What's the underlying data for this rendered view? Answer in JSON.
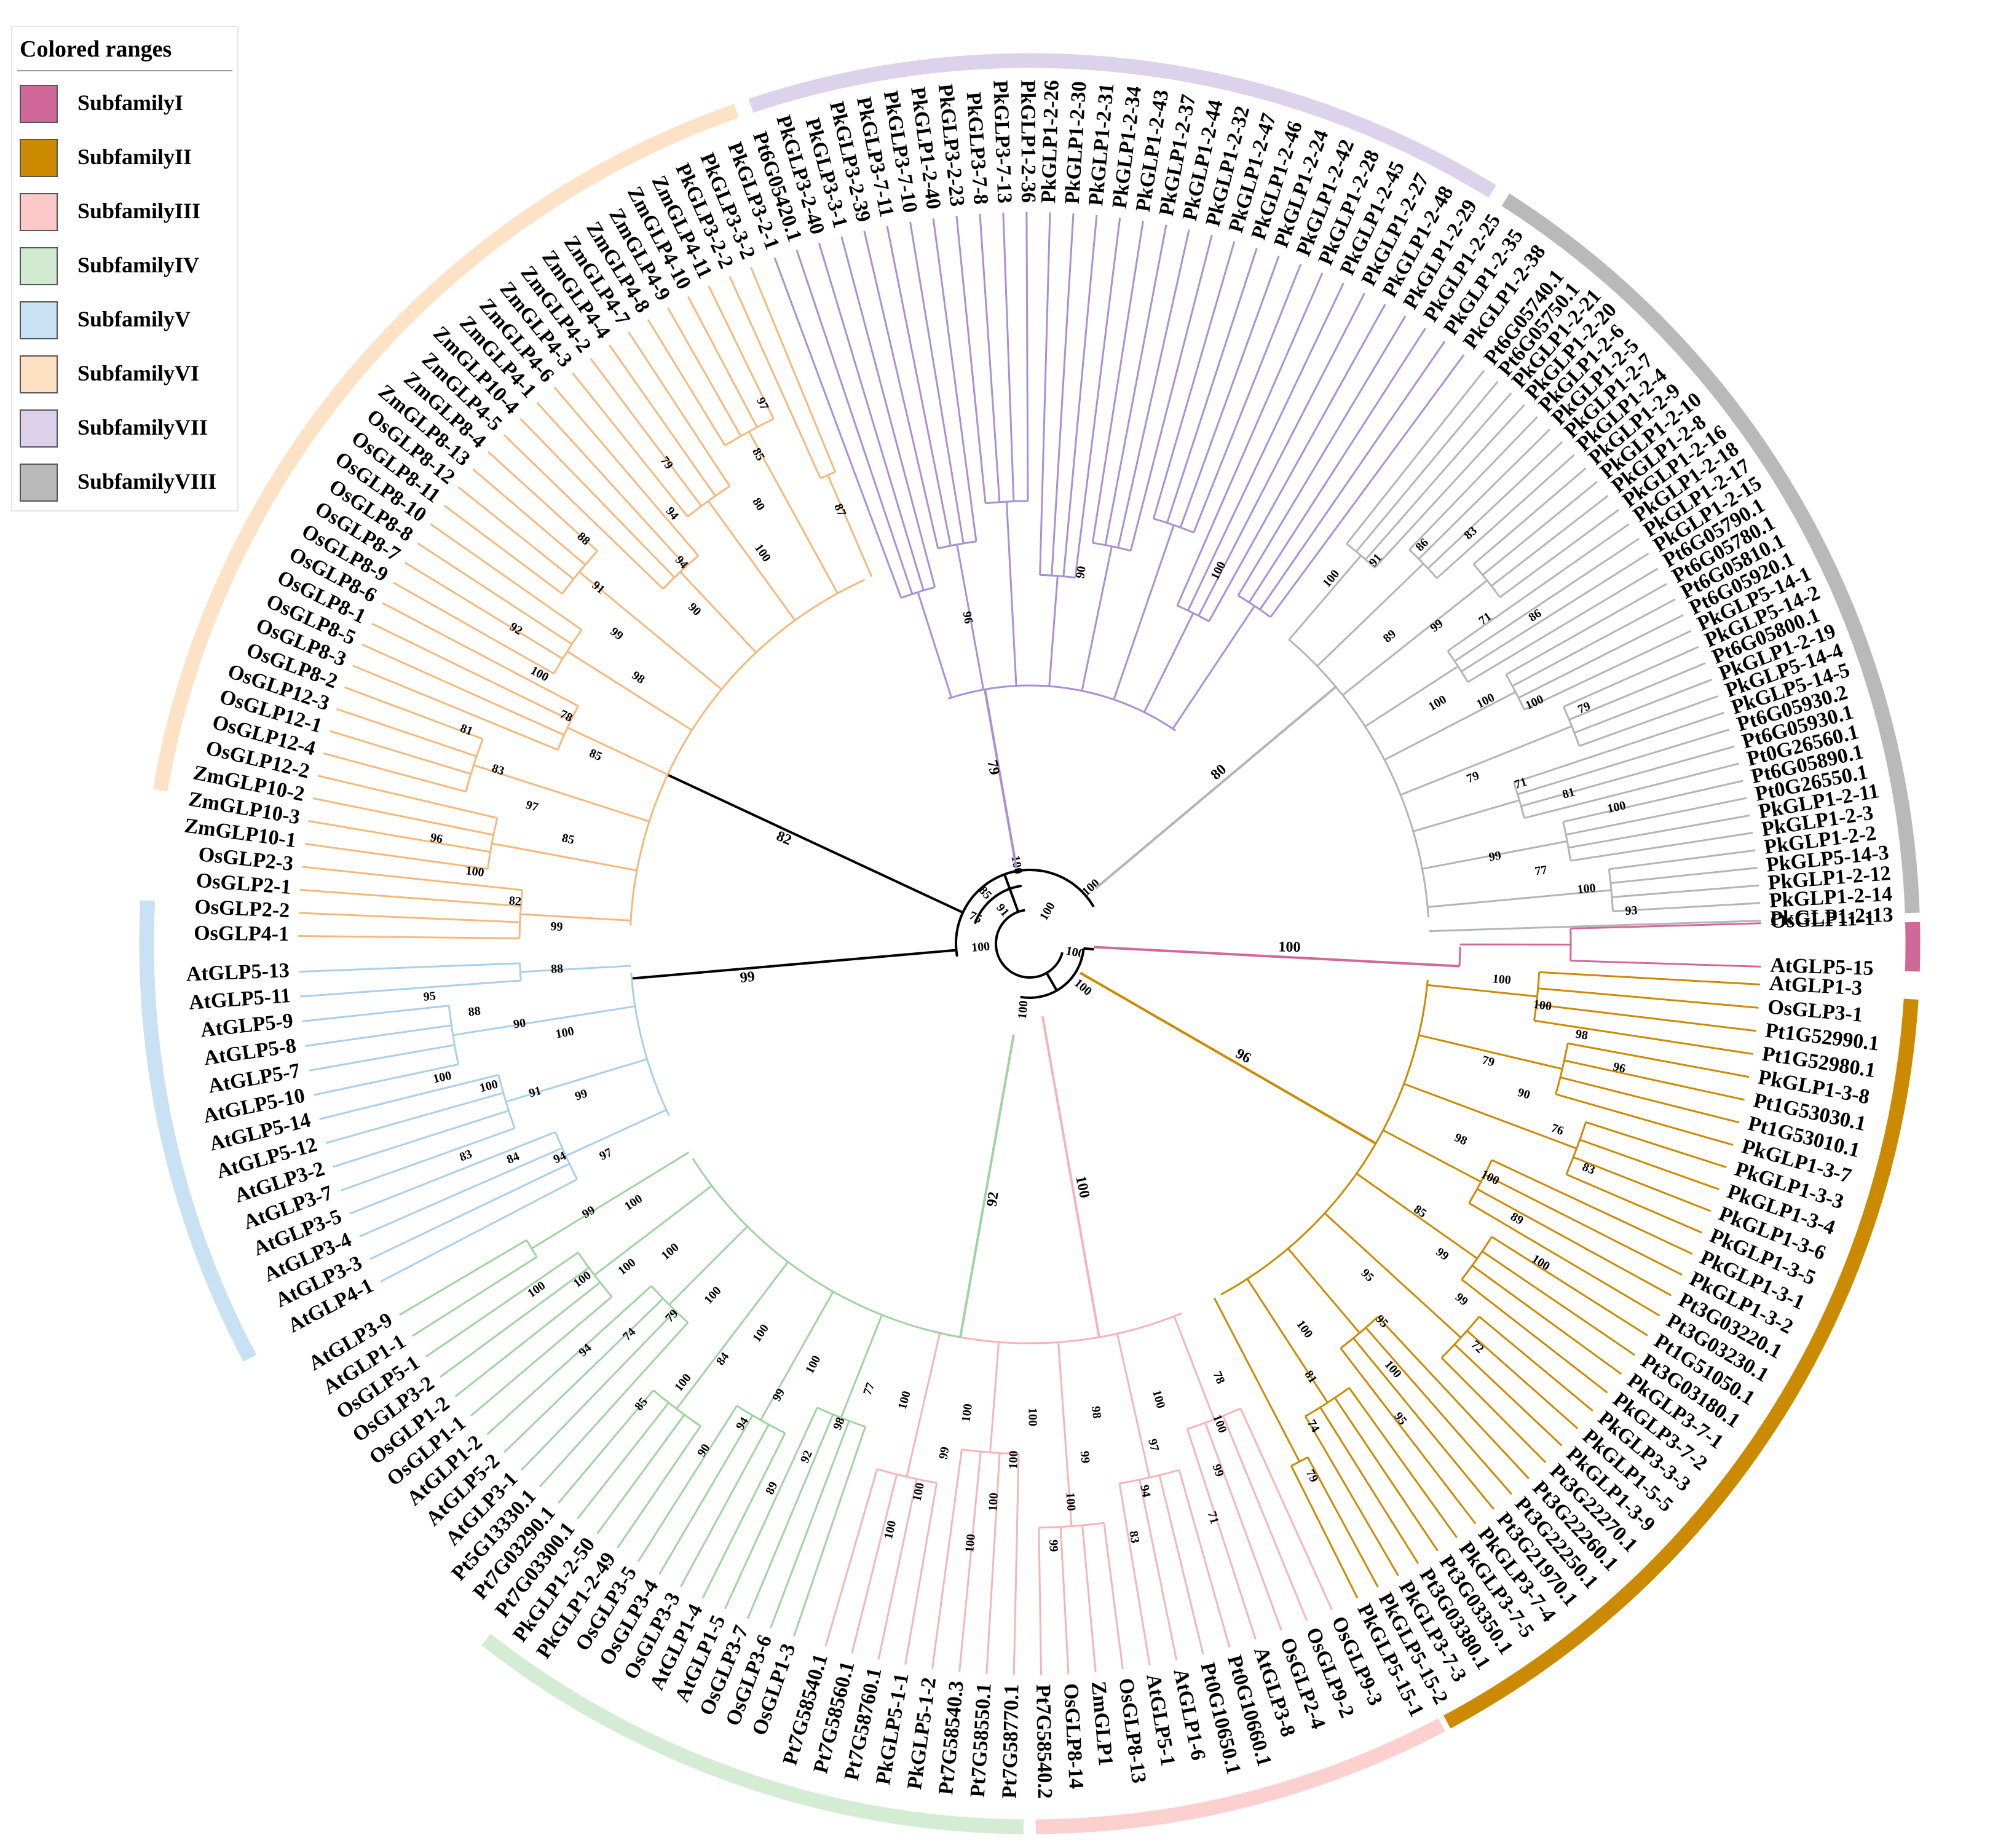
{
  "legend": {
    "title": "Colored ranges",
    "items": [
      {
        "label": "SubfamilyI",
        "color": "#d1689a"
      },
      {
        "label": "SubfamilyII",
        "color": "#cc8a00"
      },
      {
        "label": "SubfamilyIII",
        "color": "#fdc8c8"
      },
      {
        "label": "SubfamilyIV",
        "color": "#d1ebd1"
      },
      {
        "label": "SubfamilyV",
        "color": "#c8e2f3"
      },
      {
        "label": "SubfamilyVI",
        "color": "#fde0c2"
      },
      {
        "label": "SubfamilyVII",
        "color": "#dcd0ea"
      },
      {
        "label": "SubfamilyVIII",
        "color": "#b9b9b9"
      }
    ]
  },
  "tree": {
    "branch_colors": {
      "I": "#d1689a",
      "II": "#cc8a00",
      "III": "#f7b4b8",
      "IV": "#9fd39f",
      "V": "#a9cfea",
      "VI": "#f5b87c",
      "VII": "#a98fd6",
      "VIII": "#b4b4b4",
      "root": "#000000"
    },
    "ring_colors": {
      "I": "#d1689a",
      "II": "#cc8a00",
      "III": "#fdd0d0",
      "IV": "#d3ecd3",
      "V": "#c8e2f3",
      "VI": "#fde2c6",
      "VII": "#ddd2ec",
      "VIII": "#b9b9b9"
    },
    "groups": [
      {
        "id": "I",
        "leaves": [
          "OsGLP11-1",
          "AtGLP5-15"
        ]
      },
      {
        "id": "II",
        "leaves": [
          "AtGLP1-3",
          "OsGLP3-1",
          "Pt1G52990.1",
          "Pt1G52980.1",
          "PkGLP1-3-8",
          "Pt1G53030.1",
          "Pt1G53010.1",
          "PkGLP1-3-7",
          "PkGLP1-3-3",
          "PkGLP1-3-4",
          "PkGLP1-3-6",
          "PkGLP1-3-5",
          "PkGLP1-3-1",
          "PkGLP1-3-2",
          "Pt3G03220.1",
          "Pt3G03230.1",
          "Pt1G51050.1",
          "Pt3G03180.1",
          "PkGLP3-7-1",
          "PkGLP3-7-2",
          "PkGLP3-3-3",
          "PkGLP1-5-5",
          "PkGLP1-3-9",
          "Pt3G22270.1",
          "Pt3G22260.1",
          "Pt3G22250.1",
          "Pt3G21970.1",
          "PkGLP3-7-4",
          "PkGLP3-7-5",
          "Pt3G03350.1",
          "Pt3G03380.1",
          "PkGLP3-7-3",
          "PkGLP5-15-2",
          "PkGLP5-15-1"
        ]
      },
      {
        "id": "III",
        "leaves": [
          "OsGLP9-3",
          "OsGLP9-2",
          "OsGLP2-4",
          "AtGLP3-8",
          "Pt0G10660.1",
          "Pt0G10650.1",
          "AtGLP1-6",
          "AtGLP5-1",
          "OsGLP8-13",
          "ZmGLP1",
          "OsGLP8-14",
          "Pt7G58540.2",
          "Pt7G58770.1",
          "Pt7G58550.1",
          "Pt7G58540.3",
          "PkGLP5-1-2",
          "PkGLP5-1-1",
          "Pt7G58760.1",
          "Pt7G58560.1",
          "Pt7G58540.1"
        ]
      },
      {
        "id": "IV",
        "leaves": [
          "OsGLP1-3",
          "OsGLP3-6",
          "OsGLP3-7",
          "AtGLP1-5",
          "AtGLP1-4",
          "OsGLP3-3",
          "OsGLP3-4",
          "OsGLP3-5",
          "PkGLP1-2-49",
          "PkGLP1-2-50",
          "Pt7G03300.1",
          "Pt7G03290.1",
          "Pt5G13330.1",
          "AtGLP3-1",
          "AtGLP5-2",
          "AtGLP1-2",
          "OsGLP1-1",
          "OsGLP1-2",
          "OsGLP3-2",
          "OsGLP5-1",
          "AtGLP1-1",
          "AtGLP3-9"
        ]
      },
      {
        "id": "V",
        "leaves": [
          "AtGLP4-1",
          "AtGLP3-3",
          "AtGLP3-4",
          "AtGLP3-5",
          "AtGLP3-7",
          "AtGLP3-2",
          "AtGLP5-12",
          "AtGLP5-14",
          "AtGLP5-10",
          "AtGLP5-7",
          "AtGLP5-8",
          "AtGLP5-9",
          "AtGLP5-11",
          "AtGLP5-13"
        ]
      },
      {
        "id": "VI",
        "leaves": [
          "OsGLP4-1",
          "OsGLP2-2",
          "OsGLP2-1",
          "OsGLP2-3",
          "ZmGLP10-1",
          "ZmGLP10-3",
          "ZmGLP10-2",
          "OsGLP12-2",
          "OsGLP12-4",
          "OsGLP12-1",
          "OsGLP12-3",
          "OsGLP8-2",
          "OsGLP8-3",
          "OsGLP8-5",
          "OsGLP8-1",
          "OsGLP8-6",
          "OsGLP8-9",
          "OsGLP8-7",
          "OsGLP8-8",
          "OsGLP8-10",
          "OsGLP8-11",
          "OsGLP8-12",
          "ZmGLP8-13",
          "ZmGLP8-4",
          "ZmGLP4-5",
          "ZmGLP10-4",
          "ZmGLP4-1",
          "ZmGLP4-6",
          "ZmGLP4-3",
          "ZmGLP4-2",
          "ZmGLP4-4",
          "ZmGLP4-7",
          "ZmGLP4-8",
          "ZmGLP4-9",
          "ZmGLP4-10",
          "ZmGLP4-11",
          "PkGLP3-2-2",
          "PkGLP3-3-2"
        ]
      },
      {
        "id": "VII",
        "leaves": [
          "PkGLP3-2-1",
          "Pt6G05420.1",
          "PkGLP3-2-40",
          "PkGLP3-3-1",
          "PkGLP3-2-39",
          "PkGLP3-7-11",
          "PkGLP3-7-10",
          "PkGLP1-2-40",
          "PkGLP3-2-23",
          "PkGLP3-7-8",
          "PkGLP3-7-13",
          "PkGLP1-2-36",
          "PkGLP1-2-26",
          "PkGLP1-2-30",
          "PkGLP1-2-31",
          "PkGLP1-2-34",
          "PkGLP1-2-43",
          "PkGLP1-2-37",
          "PkGLP1-2-44",
          "PkGLP1-2-32",
          "PkGLP1-2-47",
          "PkGLP1-2-46",
          "PkGLP1-2-24",
          "PkGLP1-2-42",
          "PkGLP1-2-28",
          "PkGLP1-2-45",
          "PkGLP1-2-27",
          "PkGLP1-2-48",
          "PkGLP1-2-29",
          "PkGLP1-2-25",
          "PkGLP1-2-35",
          "PkGLP1-2-38"
        ]
      },
      {
        "id": "VIII",
        "leaves": [
          "Pt6G05740.1",
          "Pt6G05750.1",
          "PkGLP1-2-21",
          "PkGLP1-2-20",
          "PkGLP1-2-6",
          "PkGLP1-2-5",
          "PkGLP1-2-7",
          "PkGLP1-2-4",
          "PkGLP1-2-9",
          "PkGLP1-2-10",
          "PkGLP1-2-8",
          "PkGLP1-2-16",
          "PkGLP1-2-18",
          "PkGLP1-2-17",
          "PkGLP1-2-15",
          "Pt6G05790.1",
          "Pt6G05780.1",
          "Pt6G05810.1",
          "Pt6G05920.1",
          "PkGLP5-14-1",
          "PkGLP5-14-2",
          "Pt6G05800.1",
          "PkGLP1-2-19",
          "PkGLP5-14-4",
          "PkGLP5-14-5",
          "Pt6G05930.2",
          "Pt6G05930.1",
          "Pt0G26560.1",
          "Pt6G05890.1",
          "Pt0G26550.1",
          "PkGLP1-2-11",
          "PkGLP1-2-3",
          "PkGLP1-2-2",
          "PkGLP5-14-3",
          "PkGLP1-2-12",
          "PkGLP1-2-14",
          "PkGLP1-2-13"
        ]
      }
    ],
    "clade_support": [
      {
        "group": "I",
        "value": "100"
      },
      {
        "group": "II",
        "value": "96"
      },
      {
        "group": "III",
        "value": "100"
      },
      {
        "group": "IV",
        "value": "92"
      },
      {
        "group": "V",
        "value": "99"
      },
      {
        "group": "VI",
        "value": "82"
      },
      {
        "group": "VII",
        "value": "79"
      },
      {
        "group": "VIII",
        "value": "80"
      }
    ],
    "inner_support": [
      "100",
      "100",
      "100",
      "100",
      "75",
      "85",
      "100",
      "100",
      "100",
      "91"
    ],
    "subclade_support": {
      "II": [
        "100",
        "100",
        "98",
        "96",
        "79",
        "90",
        "76",
        "83",
        "98",
        "100",
        "89",
        "100",
        "85",
        "99",
        "99",
        "72",
        "95",
        "95",
        "100",
        "95",
        "100",
        "81",
        "74",
        "79"
      ],
      "III": [
        "78",
        "100",
        "99",
        "71",
        "100",
        "97",
        "94",
        "83",
        "98",
        "99",
        "100",
        "99",
        "100",
        "100",
        "100",
        "100",
        "100",
        "99",
        "100",
        "100",
        "100"
      ],
      "IV": [
        "77",
        "98",
        "92",
        "89",
        "100",
        "99",
        "94",
        "90",
        "100",
        "84",
        "100",
        "85",
        "100",
        "79",
        "74",
        "94",
        "100",
        "100",
        "100",
        "100",
        "100",
        "99"
      ],
      "V": [
        "97",
        "94",
        "84",
        "83",
        "99",
        "91",
        "100",
        "100",
        "100",
        "90",
        "88",
        "95",
        "88"
      ],
      "VI": [
        "99",
        "82",
        "100",
        "96",
        "85",
        "97",
        "83",
        "81",
        "85",
        "78",
        "100",
        "92",
        "98",
        "99",
        "91",
        "88",
        "90",
        "94",
        "94",
        "79",
        "100",
        "80",
        "85",
        "97",
        "87"
      ],
      "VII": [
        "96",
        "90",
        "100"
      ],
      "VIII": [
        "100",
        "91",
        "86",
        "83",
        "89",
        "99",
        "71",
        "86",
        "100",
        "100",
        "100",
        "79",
        "79",
        "71",
        "81",
        "100",
        "99",
        "77",
        "100",
        "93"
      ]
    }
  }
}
